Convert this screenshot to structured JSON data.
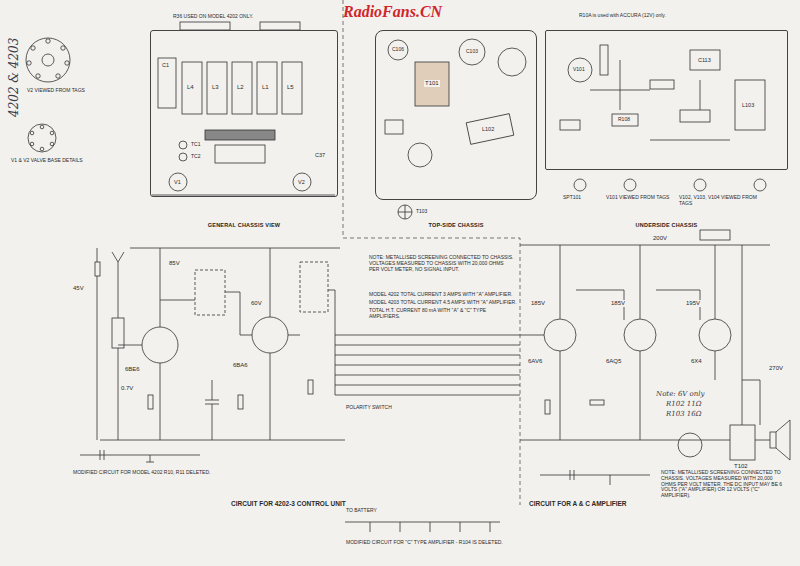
{
  "diagram": {
    "nodes": [
      {
        "text": [
          "GENERAL CHASSIS VIEW"
        ]
      },
      {
        "text": [
          "TOP-SIDE CHASSIS"
        ]
      },
      {
        "text": [
          "UNDERSIDE CHASSIS"
        ]
      }
    ],
    "labels": [
      "RadioFans.CN",
      "4202 & 4203",
      "R36 USED ON MODEL 4202 ONLY.",
      "R10A is used with ACCURA (12V) only.",
      "V2 VIEWED FROM TAGS",
      "V1 & V2 VALVE BASE DETAILS",
      "L4",
      "L3",
      "L2",
      "L1",
      "L5",
      "V1",
      "V2",
      "C1",
      "C37",
      "TC1",
      "TC2",
      "T101",
      "C106",
      "C103",
      "L102",
      "T103",
      "V101",
      "C113",
      "R108",
      "L103",
      "SPT101",
      "V101 VIEWED FROM TAGS",
      "V102, V103, V104 VIEWED FROM TAGS",
      "NOTE: METALLISED SCREENING CONNECTED TO CHASSIS. VOLTAGES MEASURED TO CHASSIS WITH 20,000 OHMS PER VOLT METER, NO SIGNAL INPUT.",
      "MODEL 4202 TOTAL CURRENT 3 AMPS WITH \"A\" AMPLIFIER.",
      "MODEL 4203 TOTAL CURRENT 4.5 AMPS WITH \"A\" AMPLIFIER.",
      "TOTAL H.T. CURRENT 80 mA WITH \"A\" & \"C\" TYPE AMPLIFIERS.",
      "45V",
      "85V",
      "60V",
      "0.7V",
      "200V",
      "185V",
      "185V",
      "195V",
      "270V",
      "6BE6",
      "6BA6",
      "6AV6",
      "6AQ5",
      "6X4",
      "CIRCUIT FOR 4202-3 CONTROL UNIT",
      "CIRCUIT FOR A & C AMPLIFIER",
      "MODIFIED CIRCUIT FOR MODEL 4202 R10, R11 DELETED.",
      "MODIFIED CIRCUIT FOR \"C\" TYPE AMPLIFIER - R104 IS DELETED.",
      "TO BATTERY",
      "Note: 6V only",
      "R102 11Ω",
      "R103 16Ω",
      "NOTE: METALLISED SCREENING CONNECTED TO CHASSIS. VOLTAGES MEASURED WITH 20,000 OHMS PER VOLT METER. THE DC INPUT MAY BE 6 VOLTS (\"A\" AMPLIFIER) OR 12 VOLTS (\"C\" AMPLIFIER).",
      "POLARITY SWITCH",
      "T102"
    ]
  }
}
